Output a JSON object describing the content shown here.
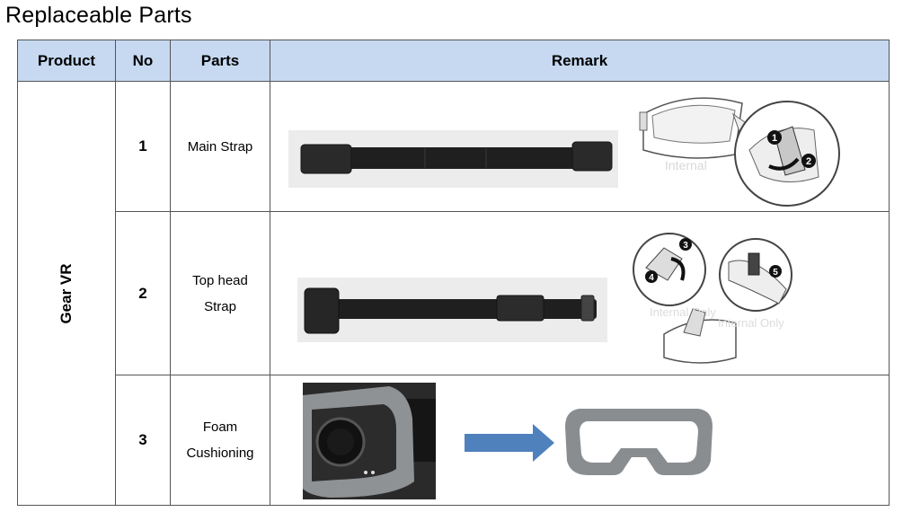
{
  "page": {
    "title": "Replaceable Parts"
  },
  "table": {
    "headers": [
      "Product",
      "No",
      "Parts",
      "Remark"
    ],
    "product": "Gear VR",
    "rows": [
      {
        "no": "1",
        "part_line1": "Main Strap",
        "part_line2": ""
      },
      {
        "no": "2",
        "part_line1": "Top head",
        "part_line2": "Strap"
      },
      {
        "no": "3",
        "part_line1": "Foam",
        "part_line2": "Cushioning"
      }
    ]
  },
  "diagrams": {
    "step_numbers": [
      "1",
      "2",
      "3",
      "4",
      "5"
    ],
    "watermark1": "Internal",
    "watermark2a": "Internal Only",
    "watermark2b": "Internal Only"
  },
  "colors": {
    "header_bg": "#c6d9f1",
    "arrow": "#4f81bd",
    "foam": "#8a8d90"
  }
}
